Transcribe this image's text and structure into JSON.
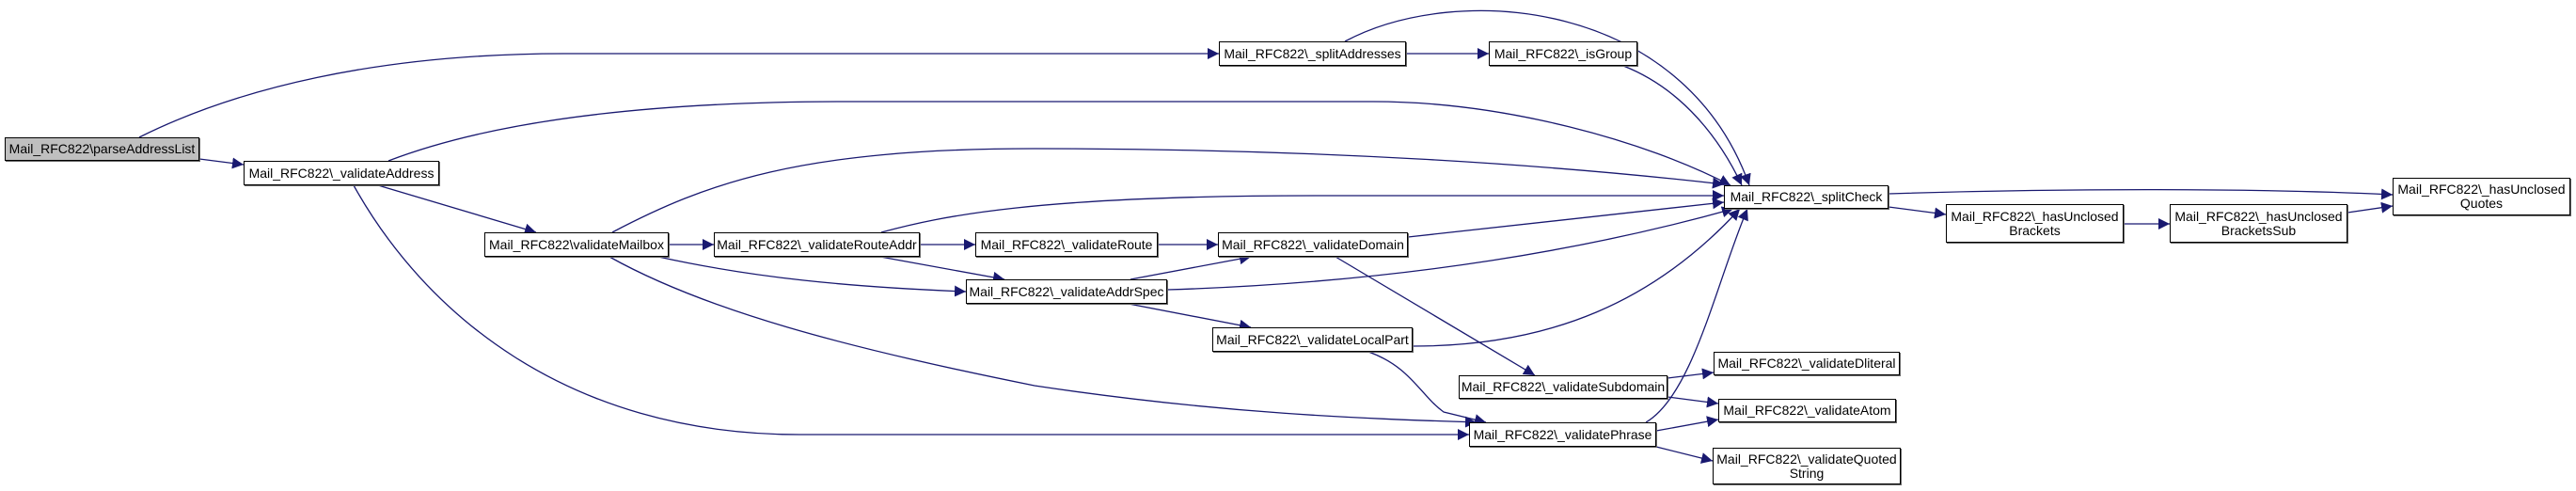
{
  "colors": {
    "edge": "#191970",
    "root_fill": "#bfbfbf",
    "node_fill": "#ffffff",
    "border": "#000000"
  },
  "nodes": {
    "parseAddressList": "Mail_RFC822\\parseAddressList",
    "validateAddress": "Mail_RFC822\\_validateAddress",
    "validateMailbox": "Mail_RFC822\\validateMailbox",
    "validateRouteAddr": "Mail_RFC822\\_validateRouteAddr",
    "validateRoute": "Mail_RFC822\\_validateRoute",
    "validateDomain": "Mail_RFC822\\_validateDomain",
    "validateAddrSpec": "Mail_RFC822\\_validateAddrSpec",
    "validateLocalPart": "Mail_RFC822\\_validateLocalPart",
    "validateSubdomain": "Mail_RFC822\\_validateSubdomain",
    "validatePhrase": "Mail_RFC822\\_validatePhrase",
    "splitAddresses": "Mail_RFC822\\_splitAddresses",
    "isGroup": "Mail_RFC822\\_isGroup",
    "splitCheck": "Mail_RFC822\\_splitCheck",
    "hasUnclosedBrackets": "Mail_RFC822\\_hasUnclosed\nBrackets",
    "hasUnclosedBracketsSub": "Mail_RFC822\\_hasUnclosed\nBracketsSub",
    "hasUnclosedQuotes": "Mail_RFC822\\_hasUnclosed\nQuotes",
    "validateDliteral": "Mail_RFC822\\_validateDliteral",
    "validateAtom": "Mail_RFC822\\_validateAtom",
    "validateQuotedString": "Mail_RFC822\\_validateQuoted\nString"
  },
  "edges": [
    [
      "parseAddressList",
      "splitAddresses"
    ],
    [
      "parseAddressList",
      "validateAddress"
    ],
    [
      "validateAddress",
      "splitCheck"
    ],
    [
      "validateAddress",
      "validateMailbox"
    ],
    [
      "validateAddress",
      "validatePhrase"
    ],
    [
      "validateMailbox",
      "splitCheck"
    ],
    [
      "validateMailbox",
      "validateRouteAddr"
    ],
    [
      "validateMailbox",
      "validateAddrSpec"
    ],
    [
      "validateMailbox",
      "validatePhrase"
    ],
    [
      "validateRouteAddr",
      "splitCheck"
    ],
    [
      "validateRouteAddr",
      "validateRoute"
    ],
    [
      "validateRouteAddr",
      "validateAddrSpec"
    ],
    [
      "validateRoute",
      "validateDomain"
    ],
    [
      "validateDomain",
      "splitCheck"
    ],
    [
      "validateDomain",
      "validateSubdomain"
    ],
    [
      "validateAddrSpec",
      "validateDomain"
    ],
    [
      "validateAddrSpec",
      "splitCheck"
    ],
    [
      "validateAddrSpec",
      "validateLocalPart"
    ],
    [
      "validateLocalPart",
      "splitCheck"
    ],
    [
      "validateLocalPart",
      "validatePhrase"
    ],
    [
      "validateSubdomain",
      "validateDliteral"
    ],
    [
      "validateSubdomain",
      "validateAtom"
    ],
    [
      "validatePhrase",
      "splitCheck"
    ],
    [
      "validatePhrase",
      "validateAtom"
    ],
    [
      "validatePhrase",
      "validateQuotedString"
    ],
    [
      "splitAddresses",
      "splitCheck"
    ],
    [
      "splitAddresses",
      "isGroup"
    ],
    [
      "isGroup",
      "splitCheck"
    ],
    [
      "splitCheck",
      "hasUnclosedQuotes"
    ],
    [
      "splitCheck",
      "hasUnclosedBrackets"
    ],
    [
      "hasUnclosedBrackets",
      "hasUnclosedBracketsSub"
    ],
    [
      "hasUnclosedBracketsSub",
      "hasUnclosedQuotes"
    ]
  ]
}
